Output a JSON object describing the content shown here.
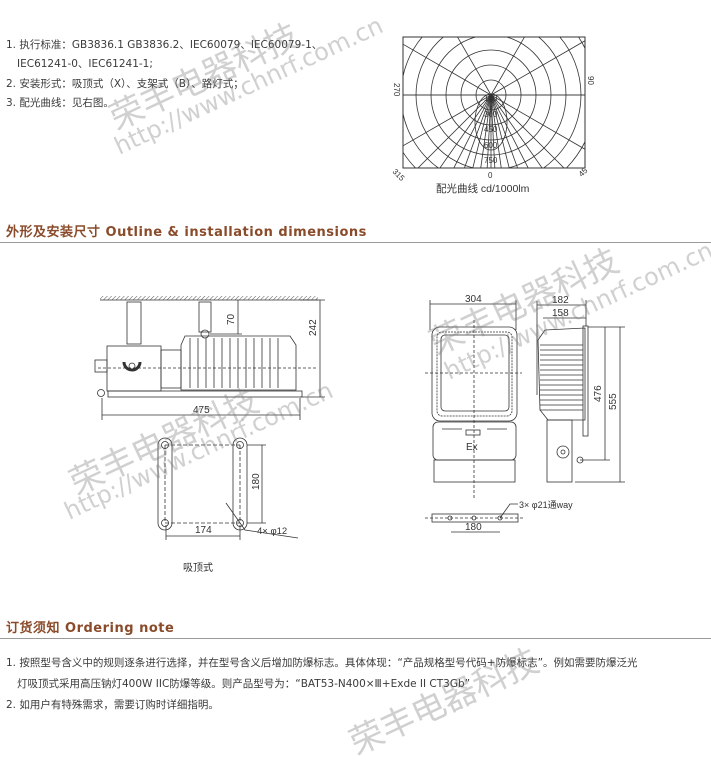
{
  "specs": {
    "item1_line1": "1. 执行标准：GB3836.1 GB3836.2、IEC60079、IEC60079-1、",
    "item1_line2": "IEC61241-0、IEC61241-1;",
    "item2": "2. 安装形式：吸顶式（X）、支架式（B）、路灯式；",
    "item3": "3. 配光曲线：见右图。"
  },
  "polar_chart": {
    "angle_labels": {
      "left": "270",
      "right": "90",
      "bottom_left": "315",
      "bottom": "0",
      "bottom_right": "45"
    },
    "ring_values": [
      "150",
      "300",
      "450",
      "600",
      "750"
    ],
    "caption": "配光曲线  cd/1000lm"
  },
  "outline": {
    "heading": "外形及安装尺寸 Outline & installation dimensions",
    "ceiling_view": {
      "dim_width": "475",
      "dim_height": "242",
      "dim_bracket": "70",
      "dim_hole_v": "180",
      "dim_hole_h": "174",
      "holes": "4× φ12",
      "caption": "吸顶式"
    },
    "front_view": {
      "dim_width": "304",
      "ex_mark": "Ex",
      "dim_bar": "180",
      "holes": "3× φ21通way"
    },
    "side_view": {
      "dim_depth_outer": "182",
      "dim_depth_inner": "158",
      "dim_h1": "476",
      "dim_h2": "555"
    }
  },
  "ordering": {
    "heading": "订货须知 Ordering note",
    "item1_line1": "1. 按照型号含义中的规则逐条进行选择，并在型号含义后增加防爆标志。具体体现：“产品规格型号代码+防爆标志”。例如需要防爆泛光",
    "item1_line2": "灯吸顶式采用高压钠灯400W IIC防爆等级。则产品型号为：“BAT53-N400×Ⅲ+Exde II CT3Gb”",
    "item2": "2. 如用户有特殊需求，需要订购时详细指明。"
  },
  "watermark": {
    "brand": "荣丰电器科技",
    "url": "http://www.chnrf.com.cn"
  }
}
